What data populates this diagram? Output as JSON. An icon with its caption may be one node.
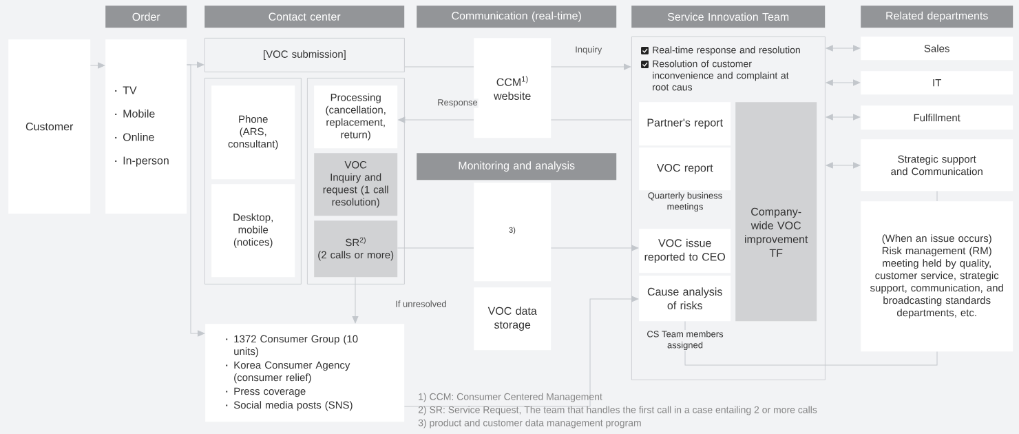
{
  "diagram": {
    "nodes": [
      {
        "text": [
          "Order"
        ]
      },
      {
        "text": [
          "Contact center"
        ]
      },
      {
        "text": [
          "Communication (real-time)"
        ]
      },
      {
        "text": [
          "Service Innovation Team"
        ]
      },
      {
        "text": [
          "Related departments"
        ]
      },
      {
        "text": [
          "Customer"
        ]
      },
      {
        "text": [
          "TV",
          "Mobile",
          "Online",
          "In-person"
        ]
      },
      {
        "text": [
          "[VOC submission]"
        ]
      },
      {
        "text": [],
        "shape": "box"
      },
      {
        "text": [
          "Phone (ARS, consultant)"
        ],
        "in": 8
      },
      {
        "text": [
          "Desktop, mobile (notices)"
        ],
        "in": 8
      },
      {
        "text": [],
        "shape": "box"
      },
      {
        "text": [
          "Processing (cancellation, replacement, return)"
        ],
        "in": 11
      },
      {
        "text": [
          "VOC",
          "Inquiry and request (1 call resolution)"
        ],
        "in": 11
      },
      {
        "text": [
          "SR$^{2)}$",
          "(2 calls or more)"
        ],
        "in": 11
      },
      {
        "text": [
          "1372 Consumer Group (10 units)",
          "Korea Consumer Agency (consumer relief)",
          "Press coverage",
          "Social media posts (SNS)"
        ]
      },
      {
        "text": [
          "CCM$^{1)}$",
          "website"
        ]
      },
      {
        "text": [
          "Monitoring and analysis"
        ]
      },
      {
        "text": [
          "3)"
        ]
      },
      {
        "text": [
          "VOC data storage"
        ]
      },
      {
        "text": [
          "Real-time response and resolution",
          "Resolution of customer inconvenience and complaint at root caus"
        ]
      },
      {
        "text": [
          "Partner's report"
        ],
        "in": 20
      },
      {
        "text": [
          "VOC report"
        ],
        "in": 20,
        "beside": [
          "Quarterly business meetings"
        ]
      },
      {
        "text": [
          "VOC issue reported to CEO"
        ],
        "in": 20
      },
      {
        "text": [
          "Cause analysis of risks"
        ],
        "in": 20,
        "beside": [
          "CS Team members assigned"
        ]
      },
      {
        "text": [
          "Company-wide VOC improvement TF"
        ],
        "in": 20
      },
      {
        "text": [
          "Sales"
        ]
      },
      {
        "text": [
          "IT"
        ]
      },
      {
        "text": [
          "Fulfillment"
        ]
      },
      {
        "text": [
          "Strategic support and Communication"
        ]
      },
      {
        "text": [
          "(When an issue occurs) Risk management (RM) meeting held by quality, customer service, strategic support, communication, and broadcasting standards departments, etc."
        ]
      }
    ],
    "edges": [
      {
        "from": 5,
        "to": 6,
        "arrow": "to"
      },
      {
        "from": 6,
        "to": 7,
        "arrow": "to"
      },
      {
        "from": 6,
        "to": 15,
        "arrow": "to"
      },
      {
        "from": 7,
        "to": 16,
        "arrow": "none"
      },
      {
        "from": 16,
        "to": 20,
        "arrow": "to",
        "label": "Inquiry"
      },
      {
        "from": 20,
        "to": 16,
        "arrow": "none"
      },
      {
        "from": 16,
        "to": 12,
        "arrow": "to",
        "label": "Response"
      },
      {
        "from": 14,
        "to": 18,
        "arrow": "none"
      },
      {
        "from": 18,
        "to": 23,
        "arrow": "to"
      },
      {
        "from": 14,
        "to": 15,
        "arrow": "to",
        "label": "If unresolved"
      },
      {
        "from": 15,
        "to": 24,
        "arrow": "to"
      },
      {
        "from": 20,
        "to": 26,
        "arrow": "both"
      },
      {
        "from": 20,
        "to": 27,
        "arrow": "both"
      },
      {
        "from": 20,
        "to": 28,
        "arrow": "both"
      },
      {
        "from": 20,
        "to": 29,
        "arrow": "both"
      },
      {
        "from": 29,
        "to": 30,
        "arrow": "none"
      },
      {
        "from": 30,
        "to": 24,
        "arrow": "none"
      }
    ],
    "labels": [
      "1) CCM: Consumer Centered Management",
      "2) SR: Service Request, The team that handles the first call in a case entailing 2 or more calls",
      "3) product and customer data management program"
    ]
  }
}
